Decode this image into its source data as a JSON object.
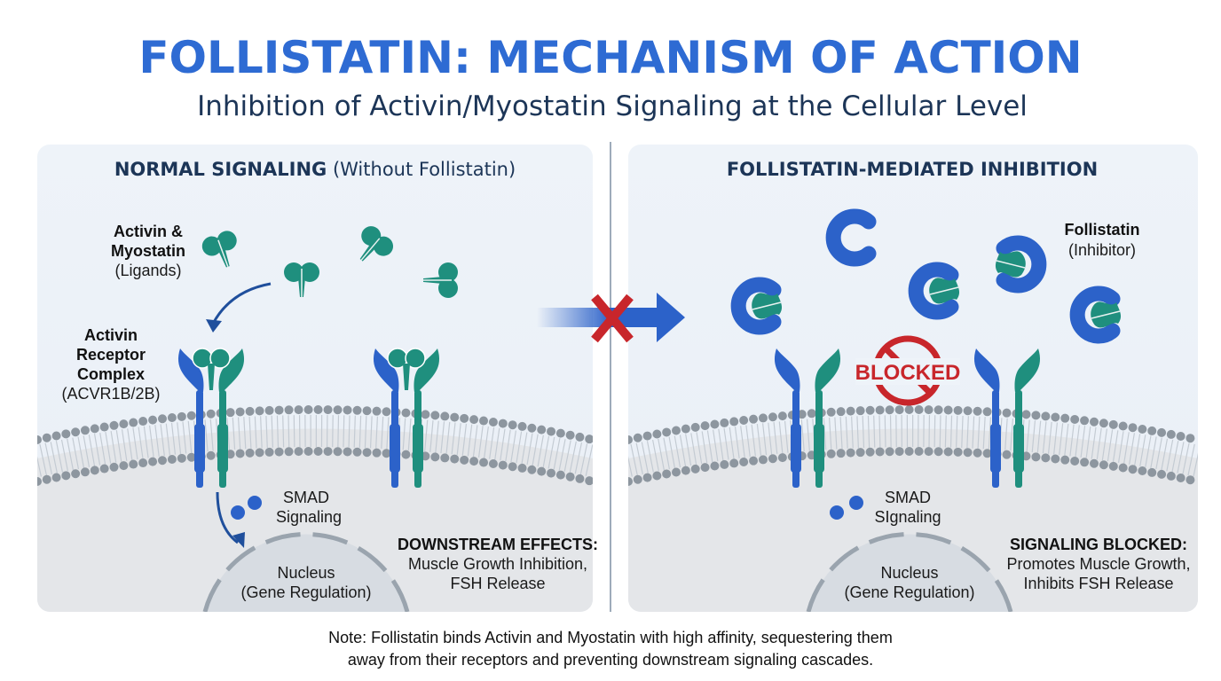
{
  "header": {
    "title": "FOLLISTATIN: MECHANISM OF ACTION",
    "subtitle": "Inhibition of Activin/Myostatin Signaling at the Cellular Level"
  },
  "left_panel": {
    "title_bold": "NORMAL SIGNALING",
    "title_rest": " (Without Follistatin)",
    "ligand_label": [
      "Activin &",
      "Myostatin",
      "(Ligands)"
    ],
    "receptor_label": [
      "Activin",
      "Receptor",
      "Complex",
      "(ACVR1B/2B)"
    ],
    "smad_label": [
      "SMAD",
      "Signaling"
    ],
    "nucleus_label": [
      "Nucleus",
      "(Gene Regulation)"
    ],
    "effects_title": "DOWNSTREAM EFFECTS:",
    "effects_lines": [
      "Muscle Growth Inhibition,",
      "FSH Release"
    ]
  },
  "right_panel": {
    "title": "FOLLISTATIN-MEDIATED INHIBITION",
    "follistatin_label": [
      "Follistatin",
      "(Inhibitor)"
    ],
    "blocked_badge": "BLOCKED",
    "smad_label": [
      "SMAD",
      "SIgnaling"
    ],
    "nucleus_label": [
      "Nucleus",
      "(Gene Regulation)"
    ],
    "effects_title": "SIGNALING BLOCKED:",
    "effects_lines": [
      "Promotes Muscle Growth,",
      "Inhibits FSH Release"
    ]
  },
  "note": [
    "Note: Follistatin binds Activin and Myostatin with high affinity, sequestering them",
    "away from their receptors and preventing downstream signaling cascades."
  ],
  "colors": {
    "title": "#2e6bd3",
    "receptor_blue": "#2c62c9",
    "receptor_teal": "#1f8f7e",
    "blocked_red": "#c8262b"
  }
}
